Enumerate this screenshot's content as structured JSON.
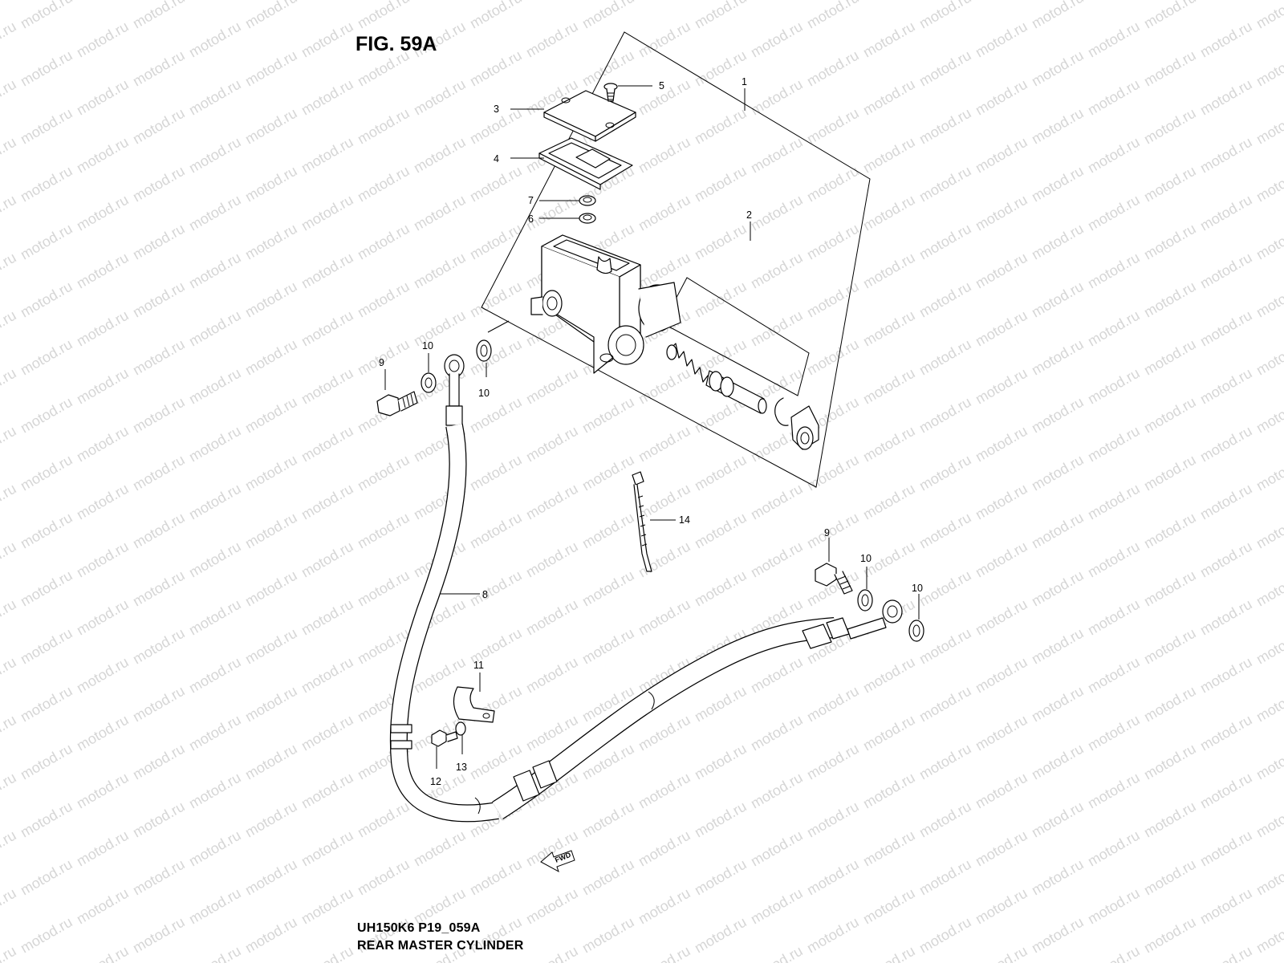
{
  "figure": {
    "title": "FIG. 59A",
    "code": "UH150K6 P19_059A",
    "name": "REAR MASTER CYLINDER",
    "fwd_label": "FWD",
    "watermark": "motod.ru"
  },
  "callouts": [
    "1",
    "2",
    "3",
    "4",
    "5",
    "6",
    "7",
    "8",
    "9",
    "10",
    "10",
    "10",
    "9",
    "10",
    "10",
    "11",
    "12",
    "13",
    "14"
  ]
}
